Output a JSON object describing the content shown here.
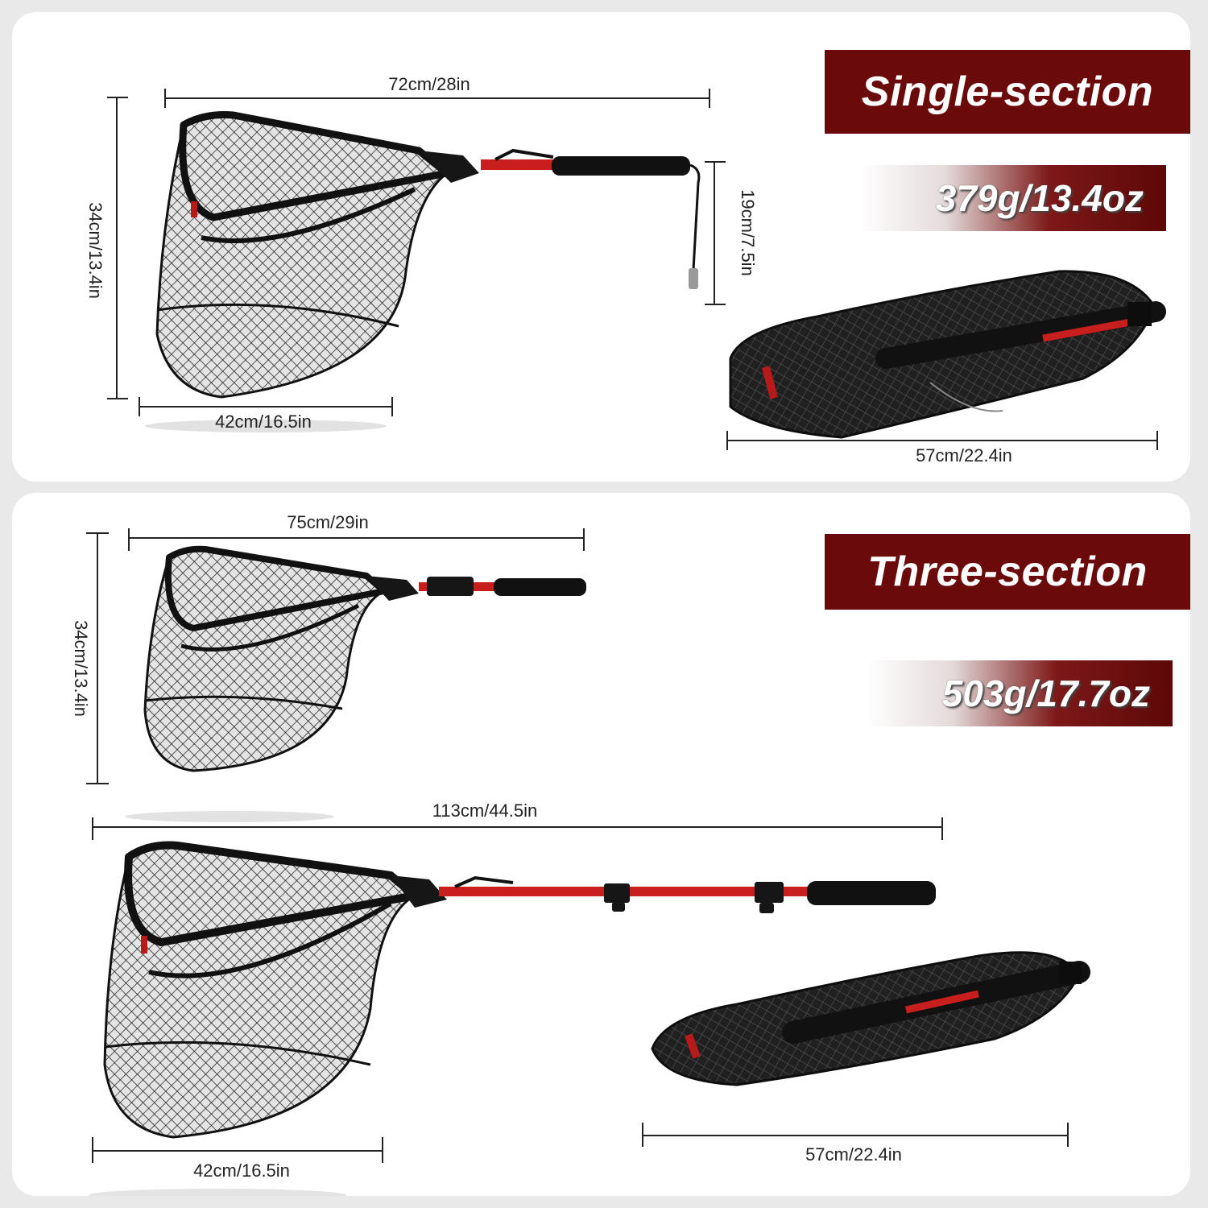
{
  "single": {
    "banner": "Single-section",
    "weight": "379g/13.4oz",
    "dims": {
      "length": "72cm/28in",
      "height": "34cm/13.4in",
      "hoop_width": "42cm/16.5in",
      "lanyard": "19cm/7.5in",
      "folded": "57cm/22.4in"
    }
  },
  "three": {
    "banner": "Three-section",
    "weight": "503g/17.7oz",
    "dims": {
      "length": "75cm/29in",
      "height": "34cm/13.4in",
      "extended": "113cm/44.5in",
      "hoop_width": "42cm/16.5in",
      "folded": "57cm/22.4in"
    }
  },
  "colors": {
    "banner": "#6b0a0a",
    "handle_red": "#c81e1e",
    "net": "#1a1a1a",
    "grip": "#111111"
  }
}
